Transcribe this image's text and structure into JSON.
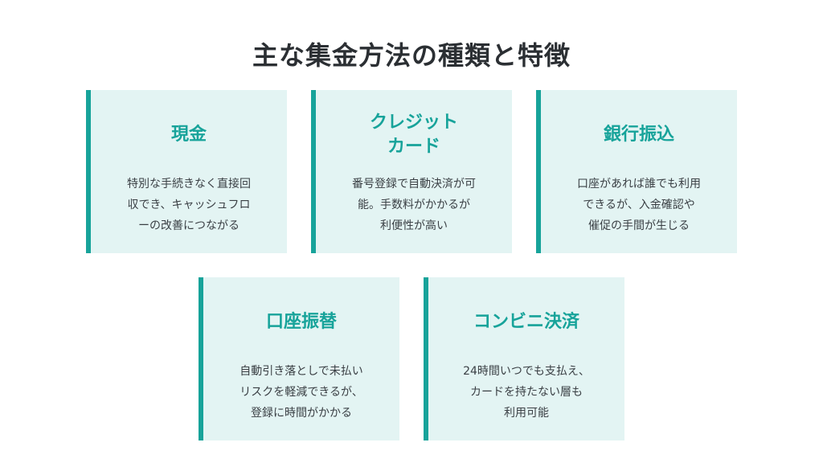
{
  "title": "主な集金方法の種類と特徴",
  "accent_color": "#17a39a",
  "card_background": "#e3f4f3",
  "cards": [
    {
      "title": "現金",
      "description": "特別な手続きなく直接回\n収でき、キャッシュフロ\nーの改善につながる"
    },
    {
      "title": "クレジット\nカード",
      "description": "番号登録で自動決済が可\n能。手数料がかかるが\n利便性が高い"
    },
    {
      "title": "銀行振込",
      "description": "口座があれば誰でも利用\nできるが、入金確認や\n催促の手間が生じる"
    },
    {
      "title": "口座振替",
      "description": "自動引き落としで未払い\nリスクを軽減できるが、\n登録に時間がかかる"
    },
    {
      "title": "コンビニ決済",
      "description": "24時間いつでも支払え、\nカードを持たない層も\n利用可能"
    }
  ]
}
